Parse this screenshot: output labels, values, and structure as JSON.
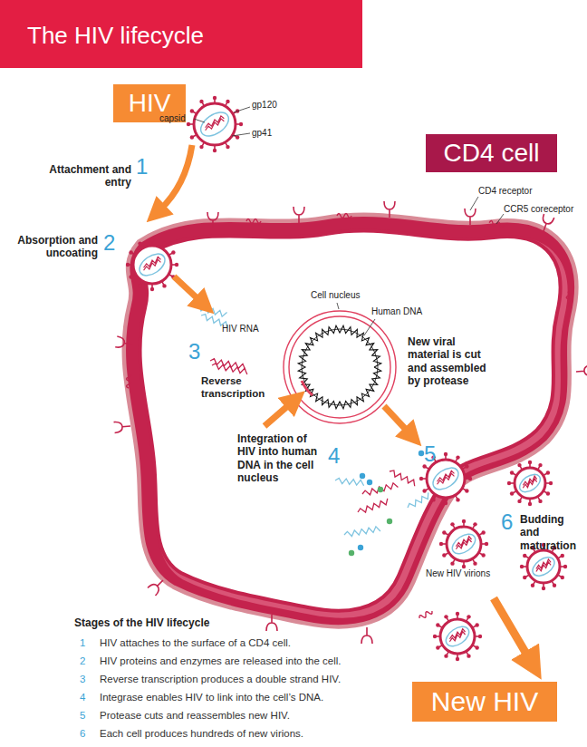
{
  "diagram": {
    "title": "The HIV lifecycle",
    "nodes": [
      {
        "text": [
          "HIV"
        ]
      },
      {
        "text": [
          "CD4 cell"
        ]
      },
      {
        "text": [
          "New HIV"
        ]
      }
    ],
    "labels": [
      "gp120",
      "capsid",
      "gp41",
      "Attachment and entry",
      "1",
      "CD4 receptor",
      "CCR5 coreceptor",
      "Absorption and uncoating",
      "2",
      "Cell nucleus",
      "Human DNA",
      "HIV RNA",
      "3",
      "Reverse transcription",
      "New viral material is cut and assembled by protease",
      "5",
      "Integration of HIV into human DNA in the cell nucleus",
      "4",
      "6",
      "Budding and maturation",
      "New HIV virions",
      "Stages of the HIV lifecycle",
      "1",
      "HIV attaches to the surface of a CD4 cell.",
      "2",
      "HIV proteins and enzymes are released into the cell.",
      "3",
      "Reverse transcription produces a double strand HIV.",
      "4",
      "Integrase enables HIV to link into the cell’s DNA.",
      "5",
      "Protease cuts and reassembles new HIV.",
      "6",
      "Each cell produces hundreds of new virions."
    ]
  }
}
